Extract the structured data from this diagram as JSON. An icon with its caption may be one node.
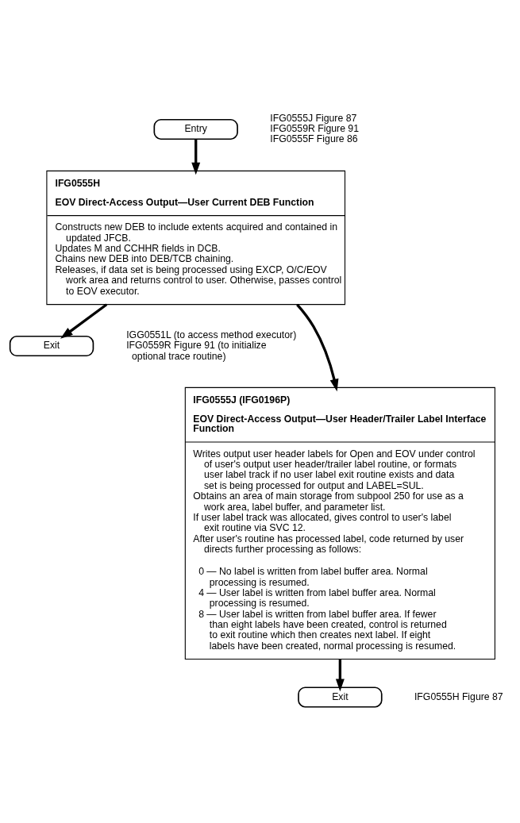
{
  "diagram": {
    "nodes": [
      {
        "text": [
          "Entry"
        ],
        "beside": [
          "IFG0555J Figure 87",
          "IFG0559R Figure 91",
          "IFG0555F Figure 86"
        ]
      },
      {
        "text": [
          "IFG0555H",
          "EOV Direct-Access Output—User Current DEB Function",
          "Constructs new DEB to include extents acquired and contained in updated JFCB.",
          "Updates M and CCHHR fields in DCB.",
          "Chains new DEB into DEB/TCB chaining.",
          "Releases, if data set is being processed using EXCP, O/C/EOV work area and returns control to user. Otherwise, passes control to EOV executor."
        ]
      },
      {
        "text": [
          "Exit"
        ],
        "beside": [
          "IGG0551L (to access method executor)",
          "IFG0559R Figure 91 (to initialize optional trace routine)"
        ]
      },
      {
        "text": [
          "IFG0555J (IFG0196P)",
          "EOV Direct-Access Output—User Header/Trailer Label Interface Function",
          "Writes output user header labels for Open and EOV under control of user's output user header/trailer label routine, or formats user label track if no user label exit routine exists and data set is being processed for output and LABEL=SUL.",
          "Obtains an area of main storage from subpool 250 for use as a work area, label buffer, and parameter list.",
          "If user label track was allocated, gives control to user's label exit routine via SVC 12.",
          "After user's routine has processed label, code returned by user directs further processing as follows:",
          "0 — No label is written from label buffer area. Normal processing is resumed.",
          "4 — User label is written from label buffer area. Normal processing is resumed.",
          "8 — User label is written from label buffer area. If fewer than eight labels have been created, control is returned to exit routine which then creates next label. If eight labels have been created, normal processing is resumed."
        ]
      },
      {
        "text": [
          "Exit"
        ],
        "beside": [
          "IFG0555H Figure 87"
        ]
      }
    ],
    "edges": [
      {
        "from": 0,
        "to": 1,
        "arrow": "to"
      },
      {
        "from": 1,
        "to": 2,
        "arrow": "to"
      },
      {
        "from": 1,
        "to": 3,
        "arrow": "to"
      },
      {
        "from": 3,
        "to": 4,
        "arrow": "to"
      }
    ]
  }
}
